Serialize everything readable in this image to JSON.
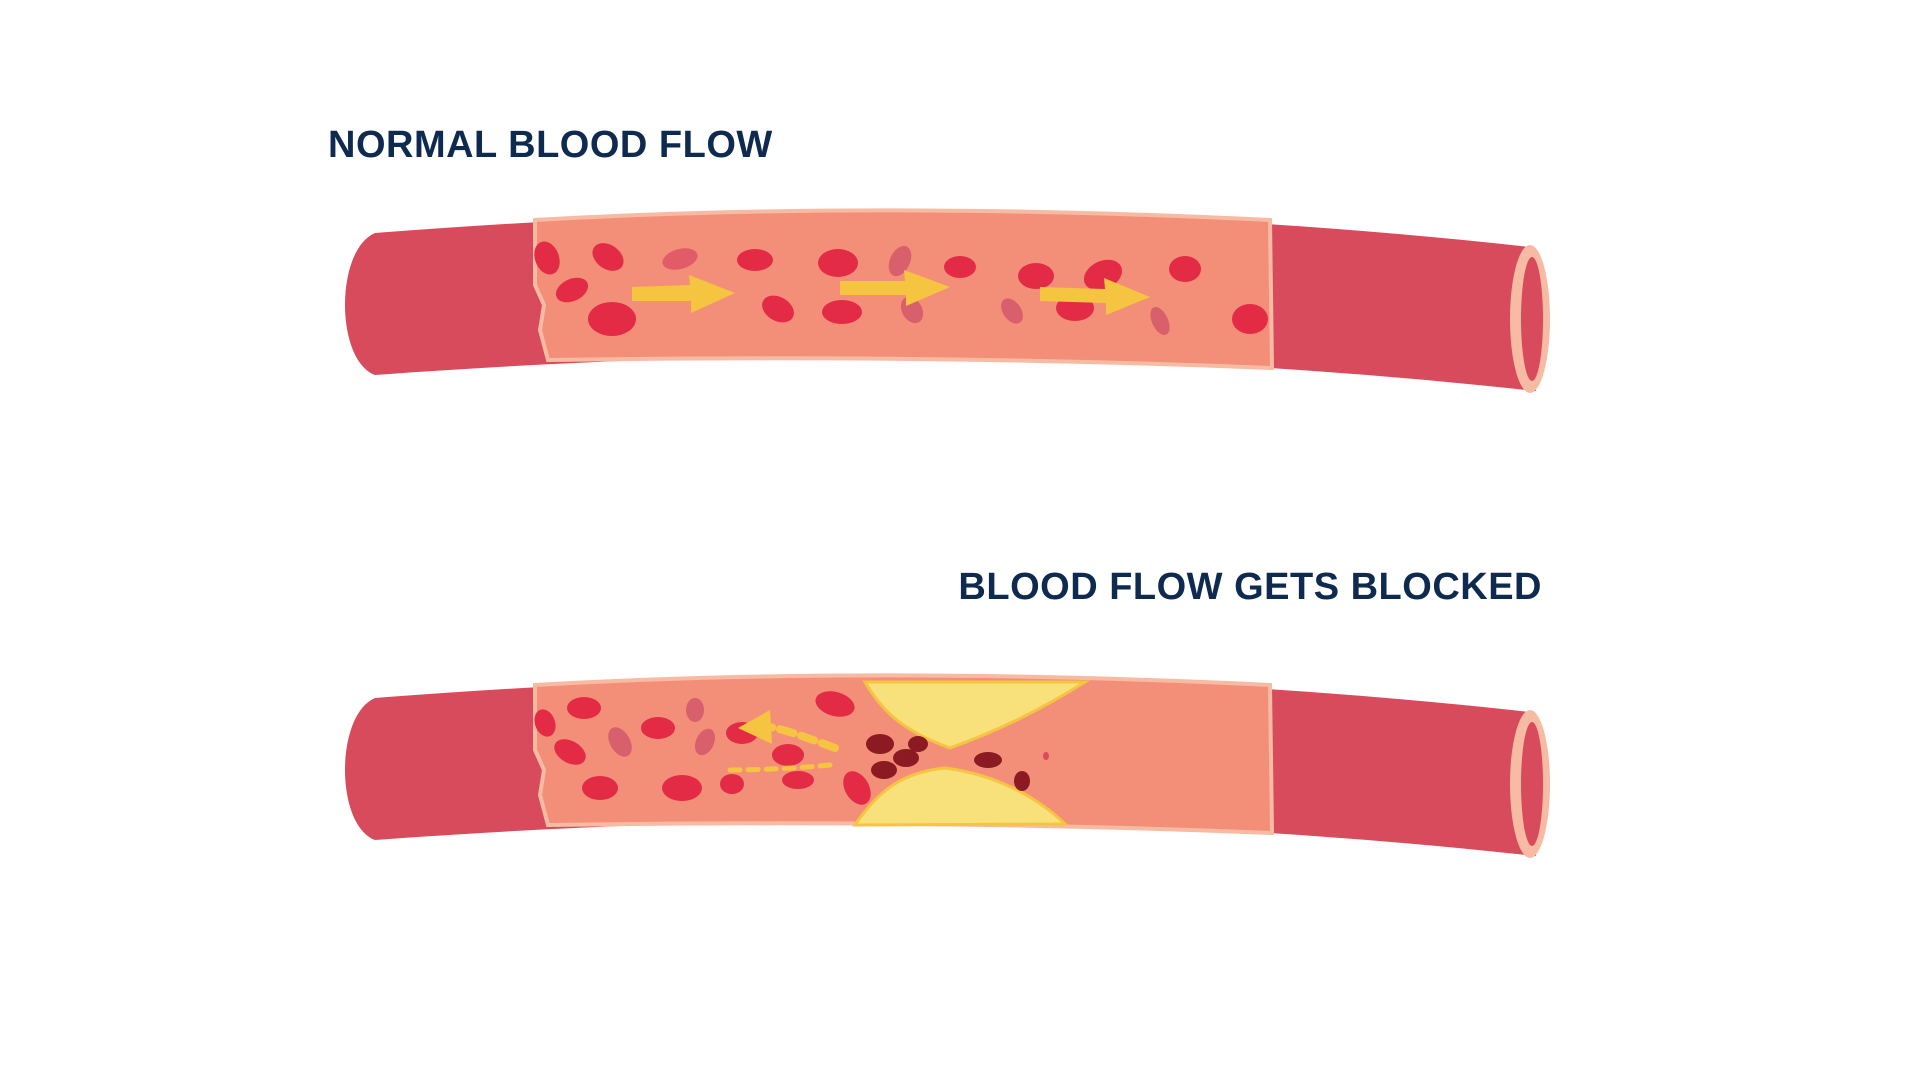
{
  "labels": {
    "normal": "NORMAL BLOOD FLOW",
    "blocked": "BLOOD FLOW GETS BLOCKED"
  },
  "panels": [
    {
      "id": "normal",
      "state": "open",
      "flow_direction": "right"
    },
    {
      "id": "blocked",
      "state": "blocked",
      "flow_direction": "left"
    }
  ],
  "colors": {
    "label": "#0f2a4f",
    "vessel_wall": "#d84b5c",
    "vessel_interior": "#f38f78",
    "vessel_rim": "#f7bba3",
    "red_cell": "#e32b45",
    "faded_cell": "#d7606c",
    "clot_cell": "#8b1a23",
    "arrow": "#f5c441",
    "plaque": "#f8e07a"
  },
  "icons": {
    "arrow": "flow-arrow-icon",
    "cell": "red-blood-cell-icon",
    "plaque": "plaque-deposit-icon"
  }
}
